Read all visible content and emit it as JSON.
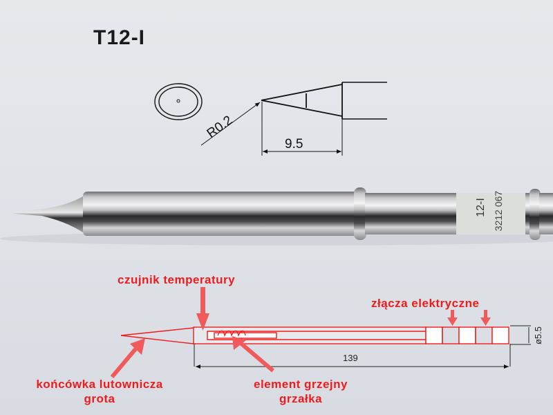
{
  "title": "T12-I",
  "tip_drawing": {
    "radius_label": "R0.2",
    "length_label": "9.5"
  },
  "photo": {
    "sleeve_text_line1": "12-I",
    "sleeve_text_line2": "3212 067"
  },
  "schematic": {
    "length_label": "139",
    "diameter_label": "ø5.5",
    "accent_color": "#ee1c1c"
  },
  "labels": {
    "sensor": "czujnik temperatury",
    "contacts": "złącza elektryczne",
    "tip_line1": "końcówka lutownicza",
    "tip_line2": "grota",
    "heater_line1": "element grzejny",
    "heater_line2": "grzałka"
  }
}
